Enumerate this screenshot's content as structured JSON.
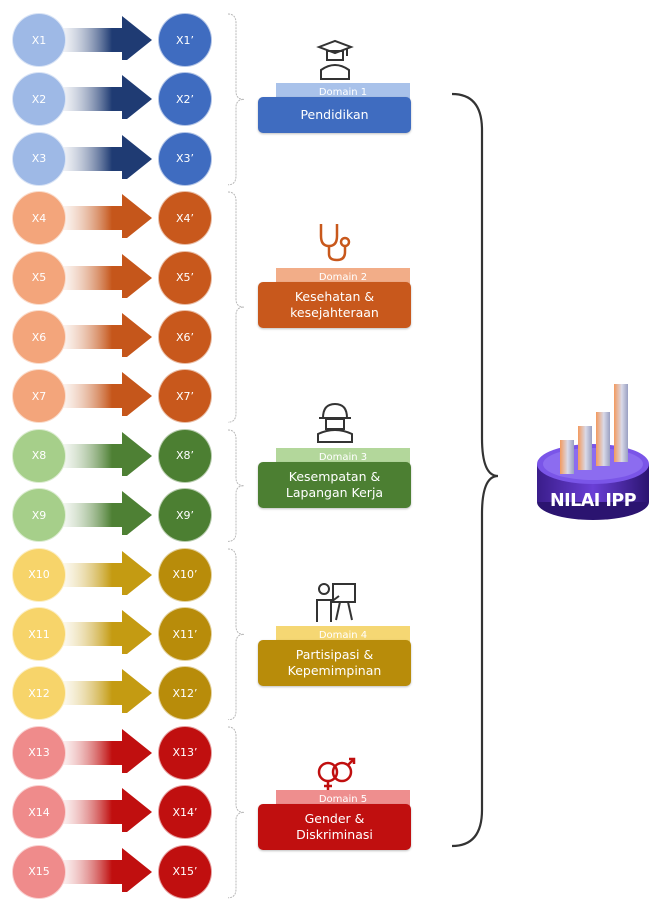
{
  "inputs": [
    {
      "label": "X1",
      "output": "X1’",
      "domain": 0
    },
    {
      "label": "X2",
      "output": "X2’",
      "domain": 0
    },
    {
      "label": "X3",
      "output": "X3’",
      "domain": 0
    },
    {
      "label": "X4",
      "output": "X4’",
      "domain": 1
    },
    {
      "label": "X5",
      "output": "X5’",
      "domain": 1
    },
    {
      "label": "X6",
      "output": "X6’",
      "domain": 1
    },
    {
      "label": "X7",
      "output": "X7’",
      "domain": 1
    },
    {
      "label": "X8",
      "output": "X8’",
      "domain": 2
    },
    {
      "label": "X9",
      "output": "X9’",
      "domain": 2
    },
    {
      "label": "X10",
      "output": "X10’",
      "domain": 3
    },
    {
      "label": "X11",
      "output": "X11’",
      "domain": 3
    },
    {
      "label": "X12",
      "output": "X12’",
      "domain": 3
    },
    {
      "label": "X13",
      "output": "X13’",
      "domain": 4
    },
    {
      "label": "X14",
      "output": "X14’",
      "domain": 4
    },
    {
      "label": "X15",
      "output": "X15’",
      "domain": 4
    }
  ],
  "domains": [
    {
      "tab": "Domain 1",
      "name": "Pendidikan",
      "icon": "graduate-icon",
      "light": "#9eb9e6",
      "dark": "#3f6cc0",
      "arrow": "#1f3b73",
      "tabColor": "#a9c2ea"
    },
    {
      "tab": "Domain 2",
      "name": "Kesehatan &\nkesejahteraan",
      "icon": "stethoscope-icon",
      "light": "#f3a57b",
      "dark": "#c8581c",
      "arrow": "#c5561b",
      "tabColor": "#f2ad88"
    },
    {
      "tab": "Domain 3",
      "name": "Kesempatan &\nLapangan Kerja",
      "icon": "worker-helmet-icon",
      "light": "#a6cf8a",
      "dark": "#4c7f32",
      "arrow": "#4e8034",
      "tabColor": "#b3d79b"
    },
    {
      "tab": "Domain 4",
      "name": "Partisipasi &\nKepemimpinan",
      "icon": "presenter-icon",
      "light": "#f7d46a",
      "dark": "#b88c0a",
      "arrow": "#c49b12",
      "tabColor": "#f5d773"
    },
    {
      "tab": "Domain 5",
      "name": "Gender &\nDiskriminasi",
      "icon": "gender-symbol-icon",
      "light": "#ef8b8b",
      "dark": "#c00f0f",
      "arrow": "#c00f0f",
      "tabColor": "#ee8e8e"
    }
  ],
  "result": {
    "label": "NILAI IPP",
    "icon": "bar-chart-cylinder-icon"
  }
}
